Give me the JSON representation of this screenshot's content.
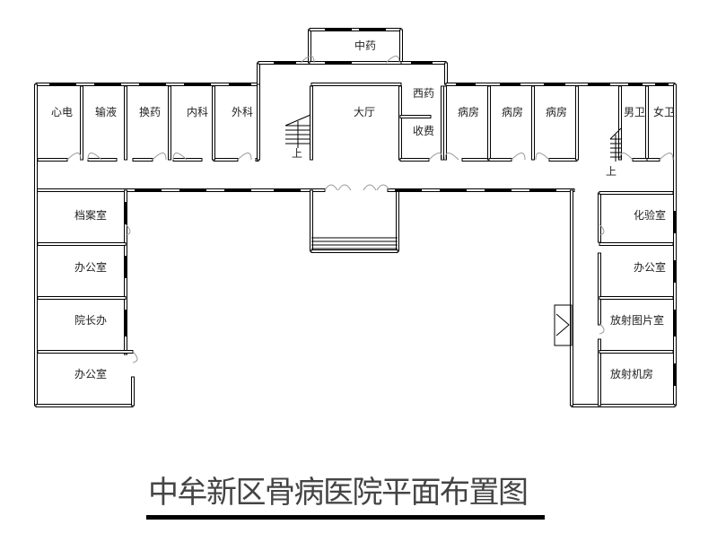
{
  "title": "中牟新区骨病医院平面布置图",
  "rooms": {
    "zhongyao": "中药",
    "hall": "大厅",
    "xiyao": "西药",
    "shoufei": "收费",
    "xindian": "心电",
    "shuye": "输液",
    "huanyao": "换药",
    "neike": "内科",
    "waike": "外科",
    "bingfang1": "病房",
    "bingfang2": "病房",
    "bingfang3": "病房",
    "nanwei": "男卫",
    "nvwei": "女卫",
    "dangan": "档案室",
    "bangong1": "办公室",
    "yuanzhang": "院长办",
    "bangong2": "办公室",
    "huayan": "化验室",
    "bangong3": "办公室",
    "fangshe_tupian": "放射图片室",
    "fangshe_jifang": "放射机房"
  },
  "stairs": {
    "up_left": "上",
    "up_right": "上"
  }
}
